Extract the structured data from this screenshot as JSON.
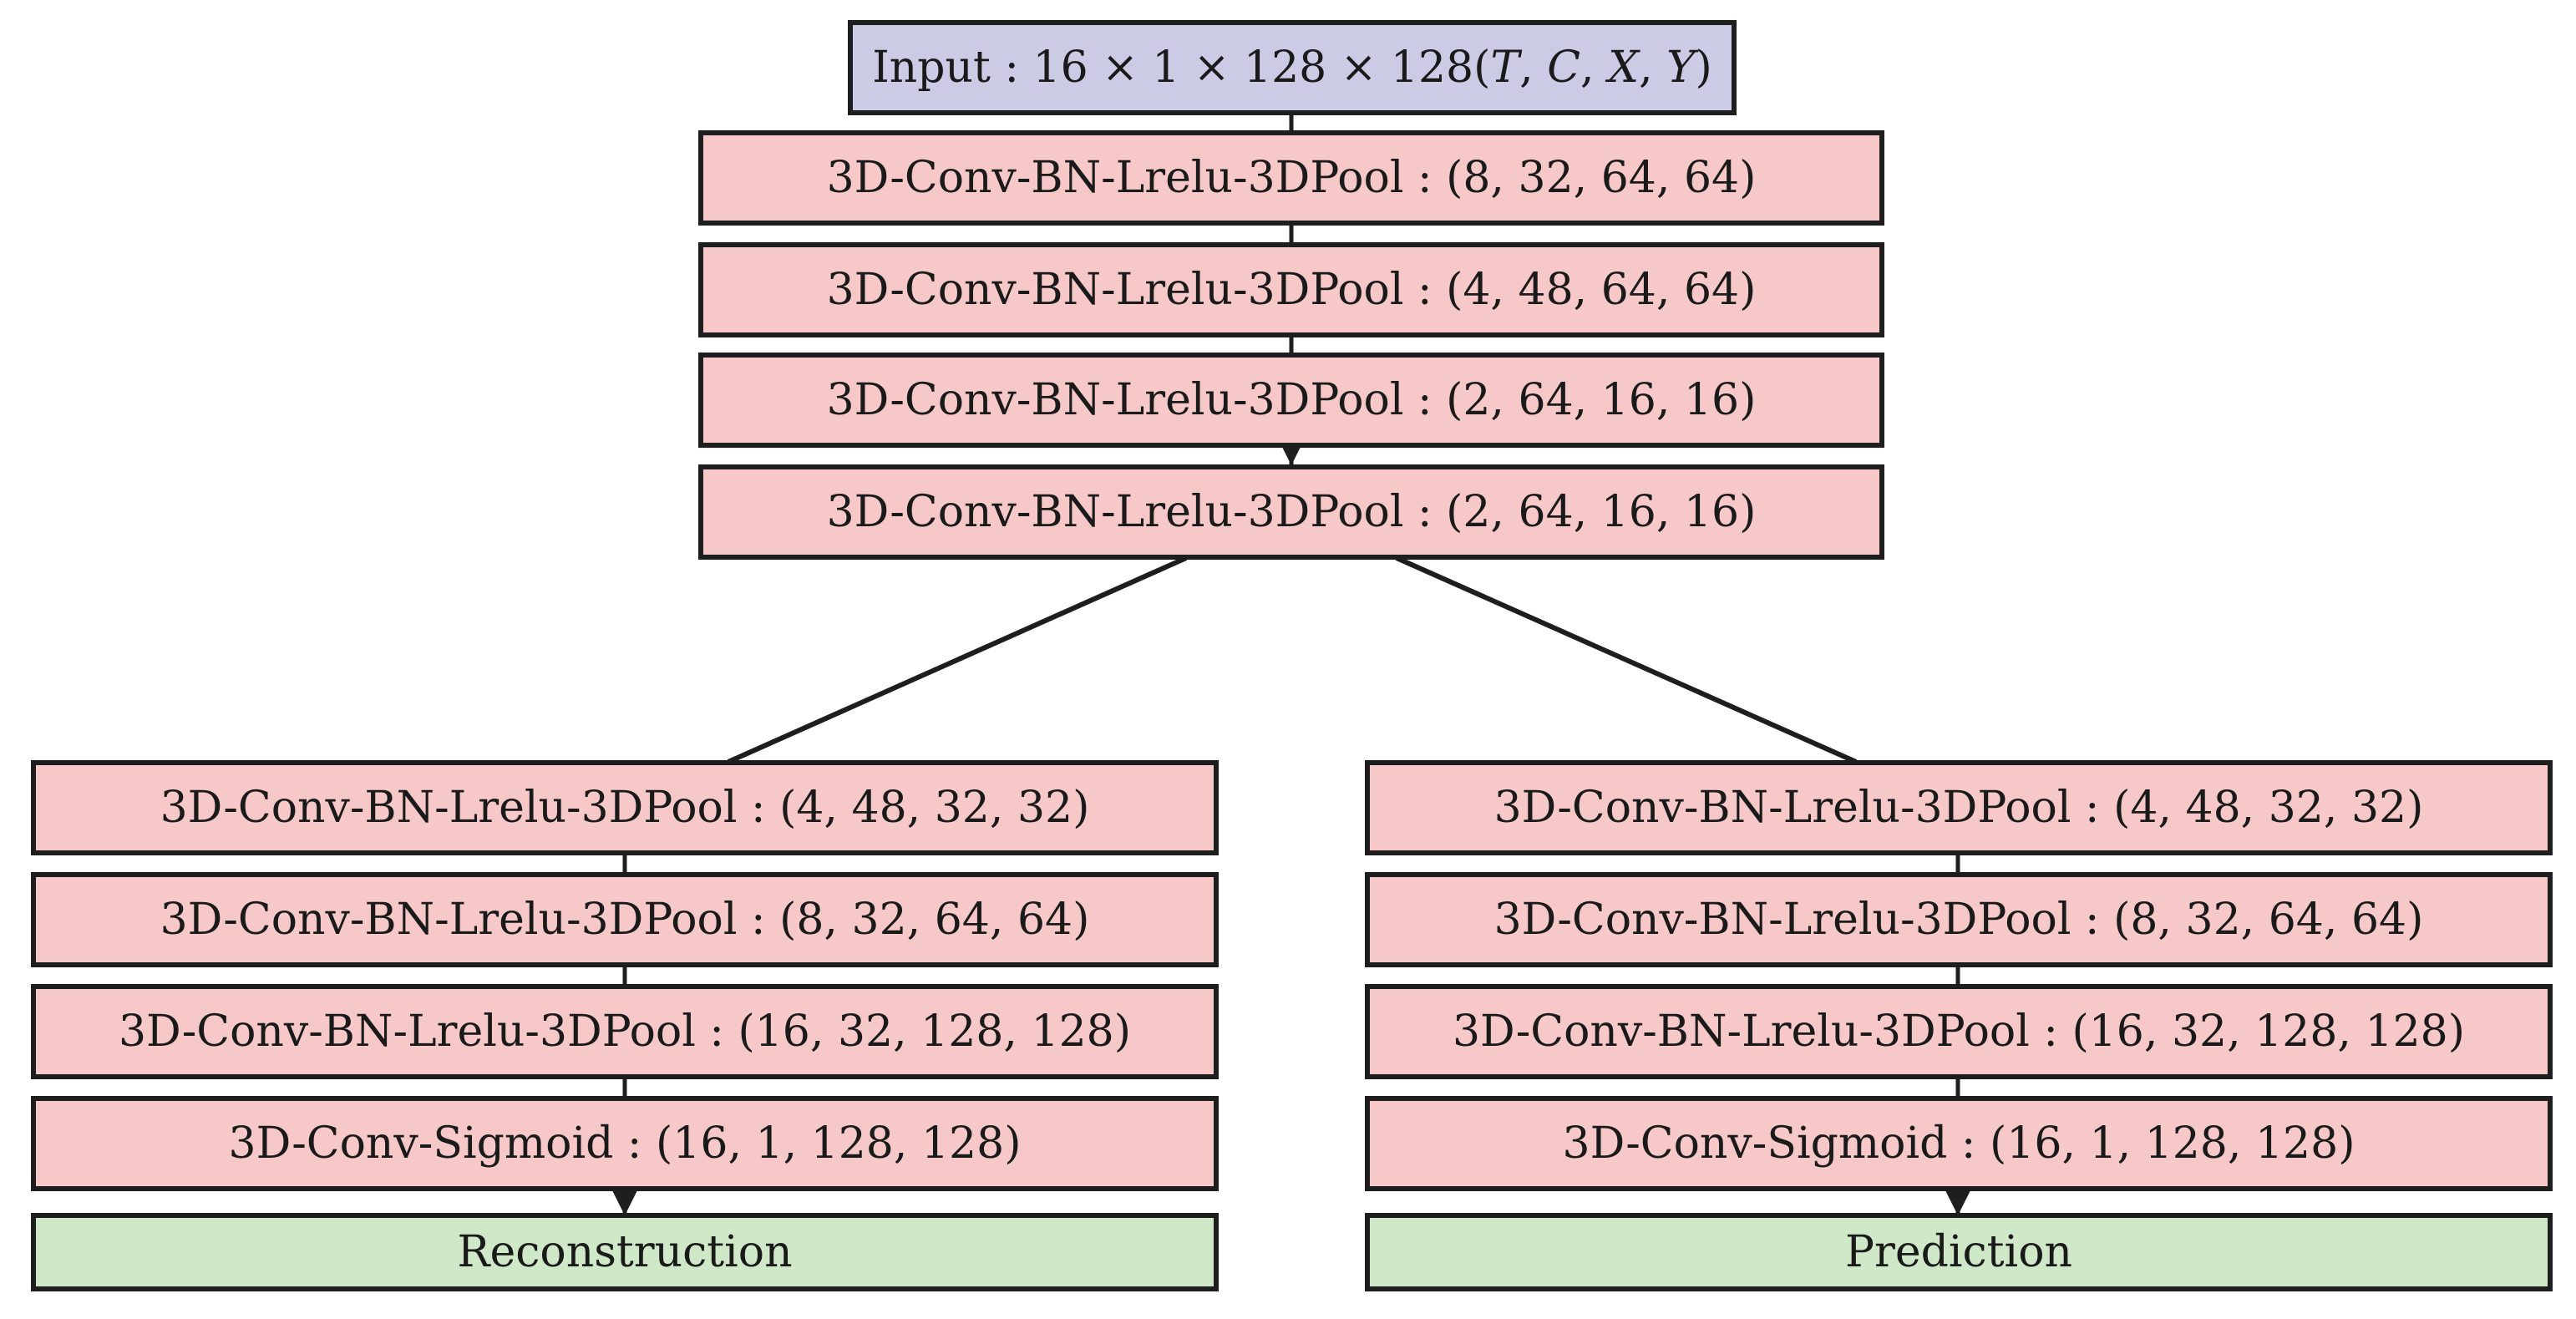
{
  "input": {
    "label": "Input",
    "dims": "16 × 1 × 128 × 128",
    "axes": [
      "T",
      "C",
      "X",
      "Y"
    ]
  },
  "encoder": [
    {
      "op": "3D-Conv-BN-Lrelu-3DPool",
      "shape": "(8, 32, 64, 64)"
    },
    {
      "op": "3D-Conv-BN-Lrelu-3DPool",
      "shape": "(4, 48, 64, 64)"
    },
    {
      "op": "3D-Conv-BN-Lrelu-3DPool",
      "shape": "(2, 64, 16, 16)"
    },
    {
      "op": "3D-Conv-BN-Lrelu-3DPool",
      "shape": "(2, 64, 16, 16)"
    }
  ],
  "branches": [
    {
      "layers": [
        {
          "op": "3D-Conv-BN-Lrelu-3DPool",
          "shape": "(4, 48, 32, 32)"
        },
        {
          "op": "3D-Conv-BN-Lrelu-3DPool",
          "shape": "(8, 32, 64, 64)"
        },
        {
          "op": "3D-Conv-BN-Lrelu-3DPool",
          "shape": "(16, 32, 128, 128)"
        },
        {
          "op": "3D-Conv-Sigmoid",
          "shape": "(16, 1, 128, 128)"
        }
      ],
      "output": "Reconstruction"
    },
    {
      "layers": [
        {
          "op": "3D-Conv-BN-Lrelu-3DPool",
          "shape": "(4, 48, 32, 32)"
        },
        {
          "op": "3D-Conv-BN-Lrelu-3DPool",
          "shape": "(8, 32, 64, 64)"
        },
        {
          "op": "3D-Conv-BN-Lrelu-3DPool",
          "shape": "(16, 32, 128, 128)"
        },
        {
          "op": "3D-Conv-Sigmoid",
          "shape": "(16, 1, 128, 128)"
        }
      ],
      "output": "Prediction"
    }
  ],
  "colors": {
    "input_fill": "#cbcbe6",
    "layer_fill": "#f7c8c8",
    "output_fill": "#cfe8c8",
    "border": "#1e1e1e"
  }
}
